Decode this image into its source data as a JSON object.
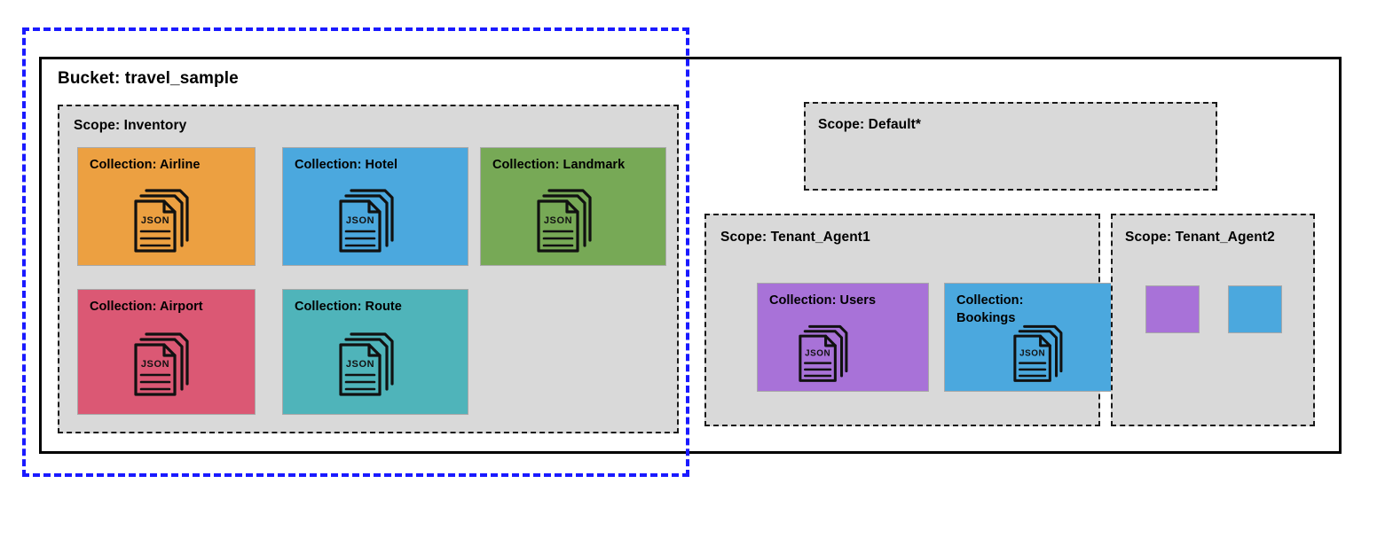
{
  "diagram": {
    "title": "Bucket: travel_sample",
    "highlight_region_name": "blue-dashed-highlight",
    "colors": {
      "highlight_border": "#1a1aff",
      "bucket_border": "#000000",
      "scope_fill": "#d9d9d9",
      "scope_border": "#1a1a1a",
      "orange": "#eca041",
      "blue": "#4ba8de",
      "green": "#77a956",
      "pink": "#db5874",
      "teal": "#4fb4ba",
      "purple": "#a872d8"
    }
  },
  "bucket": {
    "label": "Bucket: travel_sample"
  },
  "scopes": [
    {
      "id": "inventory",
      "label": "Scope: Inventory",
      "collections": [
        {
          "label": "Collection: Airline",
          "color": "#eca041",
          "icon": "json-documents-icon"
        },
        {
          "label": "Collection: Hotel",
          "color": "#4ba8de",
          "icon": "json-documents-icon"
        },
        {
          "label": "Collection: Landmark",
          "color": "#77a956",
          "icon": "json-documents-icon"
        },
        {
          "label": "Collection: Airport",
          "color": "#db5874",
          "icon": "json-documents-icon"
        },
        {
          "label": "Collection: Route",
          "color": "#4fb4ba",
          "icon": "json-documents-icon"
        }
      ]
    },
    {
      "id": "default",
      "label": "Scope: Default*",
      "collections": []
    },
    {
      "id": "tenant1",
      "label": "Scope: Tenant_Agent1",
      "collections": [
        {
          "label": "Collection: Users",
          "color": "#a872d8",
          "icon": "json-documents-icon"
        },
        {
          "label": "Collection: Bookings",
          "color": "#4ba8de",
          "icon": "json-documents-icon"
        }
      ]
    },
    {
      "id": "tenant2",
      "label": "Scope: Tenant_Agent2",
      "collections": [
        {
          "label": "",
          "color": "#a872d8",
          "icon": ""
        },
        {
          "label": "",
          "color": "#4ba8de",
          "icon": ""
        }
      ]
    }
  ],
  "icon_text": {
    "json": "JSON"
  }
}
